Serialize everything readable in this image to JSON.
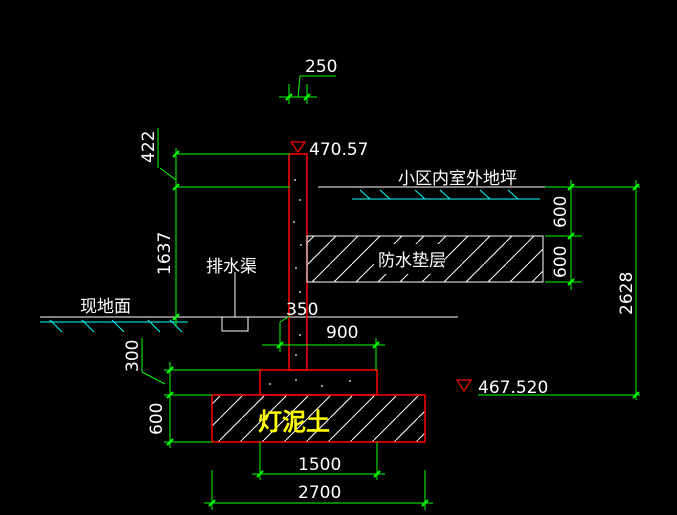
{
  "background": "#000000",
  "colors": {
    "dimension": "#00ff00",
    "structure": "#ff0000",
    "annotation": "#ffffff",
    "highlight": "#ffff00"
  },
  "labels": {
    "outdoor_floor": "小区内室外地坪",
    "waterproof_layer": "防水垫层",
    "drain_channel": "排水渠",
    "existing_ground": "现地面",
    "concrete": "灯泥土"
  },
  "elevations": {
    "top": "470.57",
    "bottom": "467.520"
  },
  "dimensions": {
    "wall_width": "250",
    "top_offset": "422",
    "height_1637": "1637",
    "d_600a": "600",
    "d_600b": "600",
    "total_height": "2628",
    "d_350": "350",
    "d_900": "900",
    "d_300": "300",
    "d_600c": "600",
    "d_1500": "1500",
    "d_2700": "2700"
  }
}
